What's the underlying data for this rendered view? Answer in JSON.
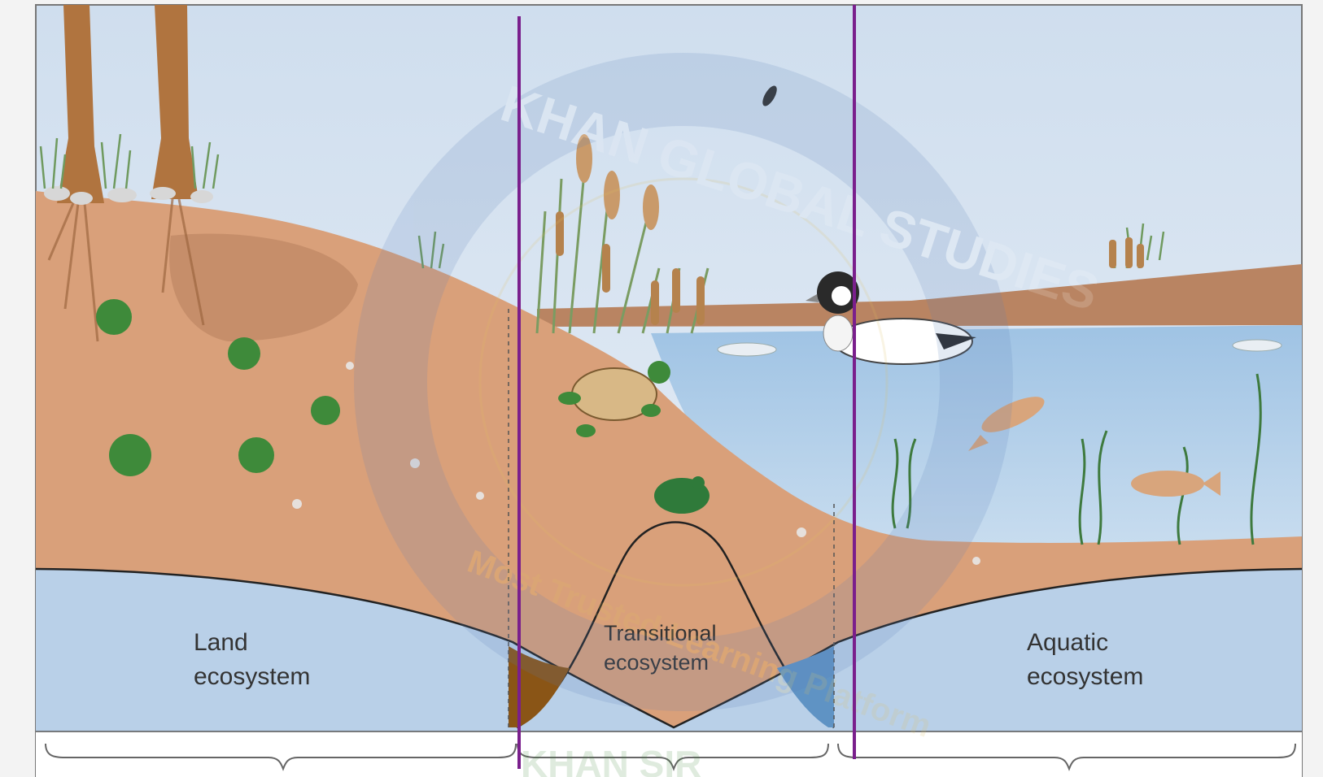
{
  "labels": {
    "land_line1": "Land",
    "land_line2": "ecosystem",
    "transitional_line1": "Transitional",
    "transitional_line2": "ecosystem",
    "aquatic_line1": "Aquatic",
    "aquatic_line2": "ecosystem"
  },
  "watermark": {
    "ring_text": "KHAN GLOBAL STUDIES",
    "tagline": "Most Trusted Learning Platform",
    "footer": "KHAN SIR"
  },
  "colors": {
    "sky": "#dbe6f2",
    "soil": "#d9a07a",
    "soil_dark": "#b98462",
    "water": "#a9c7e3",
    "band": "#b9d0e8",
    "divider": "#7a1f8c",
    "plant": "#3e8a3a",
    "trunk": "#b0743f"
  }
}
